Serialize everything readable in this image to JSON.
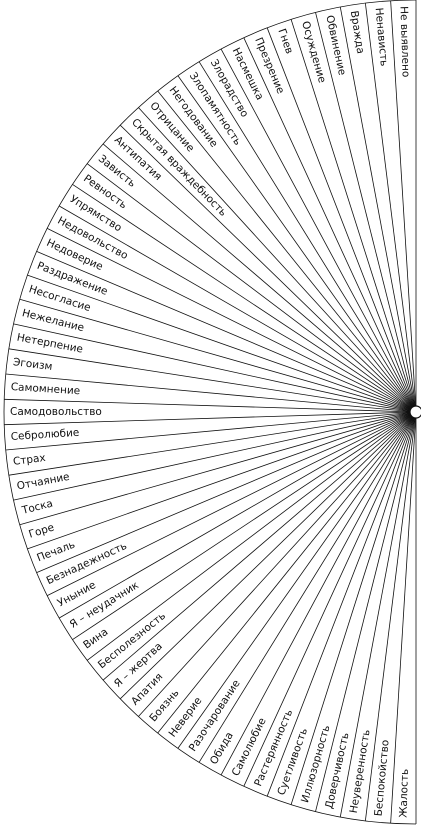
{
  "chart_data": {
    "type": "fan-diagram",
    "sectors": [
      "Не выявлено",
      "Ненависть",
      "Вражда",
      "Обвинение",
      "Осуждение",
      "Гнев",
      "Презрение",
      "Насмешка",
      "Злорадство",
      "Злопамятность",
      "Негодование",
      "Отрицание",
      "Скрытая враждебность",
      "Антипатия",
      "Зависть",
      "Ревность",
      "Упрямство",
      "Недовольство",
      "Недоверие",
      "Раздражение",
      "Несогласие",
      "Нежелание",
      "Нетерпение",
      "Эгоизм",
      "Самомнение",
      "Самодовольство",
      "Себролюбие",
      "Страх",
      "Отчаяние",
      "Тоска",
      "Горе",
      "Печаль",
      "Безнадежность",
      "Уныние",
      "Я – неудачник",
      "Вина",
      "Бесполезность",
      "Я – жертва",
      "Апатия",
      "Боязнь",
      "Неверие",
      "Разочарование",
      "Обида",
      "Самолюбие",
      "Растерянность",
      "Суетливость",
      "Иллюзорность",
      "Доверчивость",
      "Неуверенность",
      "Беспокойство",
      "Жалость"
    ],
    "line_color": "#111111",
    "background": "#ffffff"
  }
}
